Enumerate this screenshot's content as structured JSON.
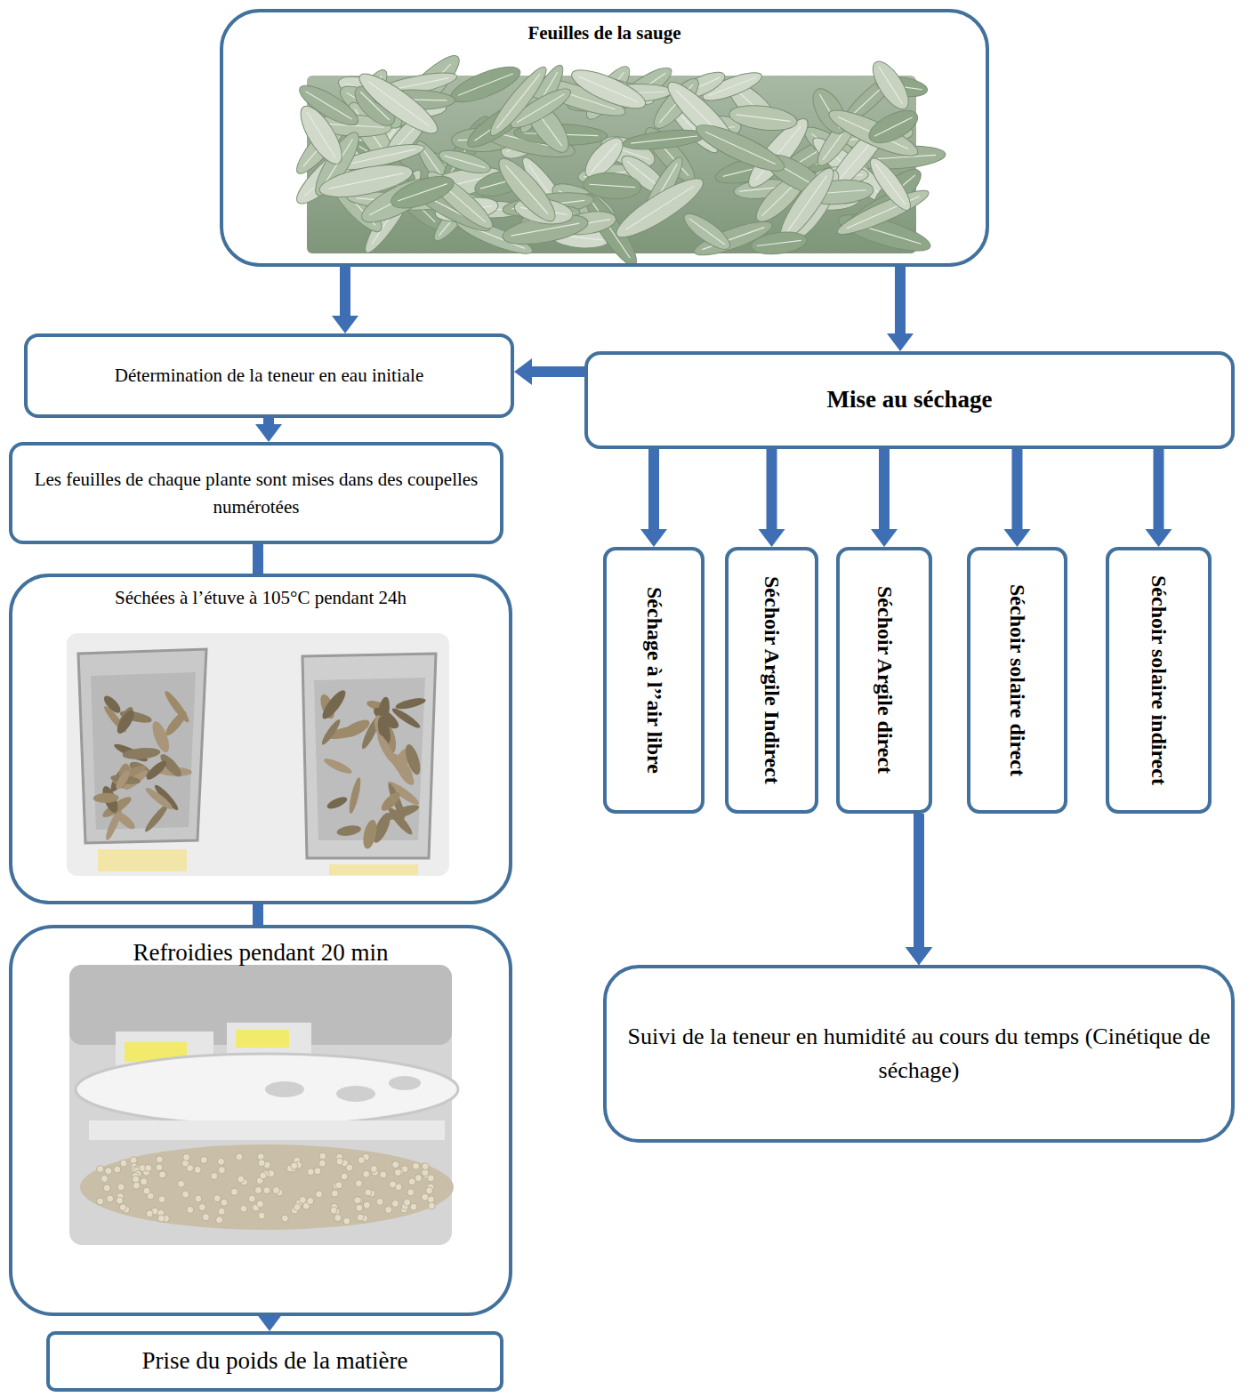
{
  "diagram": {
    "nodes": [
      {
        "text": [
          "Feuilles de la sauge"
        ]
      },
      {
        "text": [
          "Détermination de la teneur en eau initiale"
        ]
      },
      {
        "text": [
          "Mise au séchage"
        ]
      },
      {
        "text": [
          "Les feuilles de chaque plante sont mises dans des coupelles numérotées"
        ]
      },
      {
        "text": [
          "Séchées à l’étuve à 105°C pendant 24h"
        ]
      },
      {
        "text": [
          "Séchage à l’’air libre"
        ]
      },
      {
        "text": [
          "Séchoir Argile Indirect"
        ]
      },
      {
        "text": [
          "Séchoir Argile direct"
        ]
      },
      {
        "text": [
          "Séchoir solaire direct"
        ]
      },
      {
        "text": [
          "Séchoir solaire indirect"
        ]
      },
      {
        "text": [
          "Refroidies pendant 20 min"
        ]
      },
      {
        "text": [
          "Suivi de la teneur en humidité au cours du temps (Cinétique de séchage)"
        ]
      },
      {
        "text": [
          "Prise du poids de la matière"
        ]
      }
    ],
    "edges": [
      {
        "from": 0,
        "to": 1,
        "arrow": "to"
      },
      {
        "from": 0,
        "to": 2,
        "arrow": "to"
      },
      {
        "from": 2,
        "to": 1,
        "arrow": "to"
      },
      {
        "from": 1,
        "to": 3,
        "arrow": "to"
      },
      {
        "from": 3,
        "to": 4,
        "arrow": "none"
      },
      {
        "from": 4,
        "to": 10,
        "arrow": "none"
      },
      {
        "from": 10,
        "to": 12,
        "arrow": "to"
      },
      {
        "from": 2,
        "to": 5,
        "arrow": "to"
      },
      {
        "from": 2,
        "to": 6,
        "arrow": "to"
      },
      {
        "from": 2,
        "to": 7,
        "arrow": "to"
      },
      {
        "from": 2,
        "to": 8,
        "arrow": "to"
      },
      {
        "from": 2,
        "to": 9,
        "arrow": "to"
      },
      {
        "from": 5,
        "to": 11,
        "arrow": "to"
      },
      {
        "from": 6,
        "to": 11,
        "arrow": "to"
      },
      {
        "from": 7,
        "to": 11,
        "arrow": "to"
      },
      {
        "from": 8,
        "to": 11,
        "arrow": "to"
      },
      {
        "from": 9,
        "to": 11,
        "arrow": "to"
      }
    ]
  }
}
